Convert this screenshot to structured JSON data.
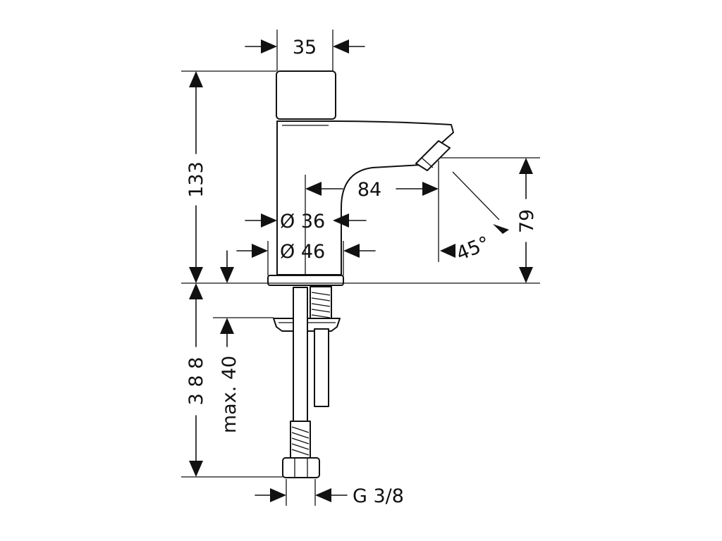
{
  "dimensions": {
    "handle_width": "35",
    "total_height": "133",
    "spout_projection": "84",
    "body_diameter": "Ø 36",
    "base_diameter": "Ø 46",
    "outlet_height": "79",
    "spray_angle": "45°",
    "below_deck_length": "3 8 8",
    "max_deck_thickness": "max. 40",
    "connection_thread": "G 3/8"
  }
}
